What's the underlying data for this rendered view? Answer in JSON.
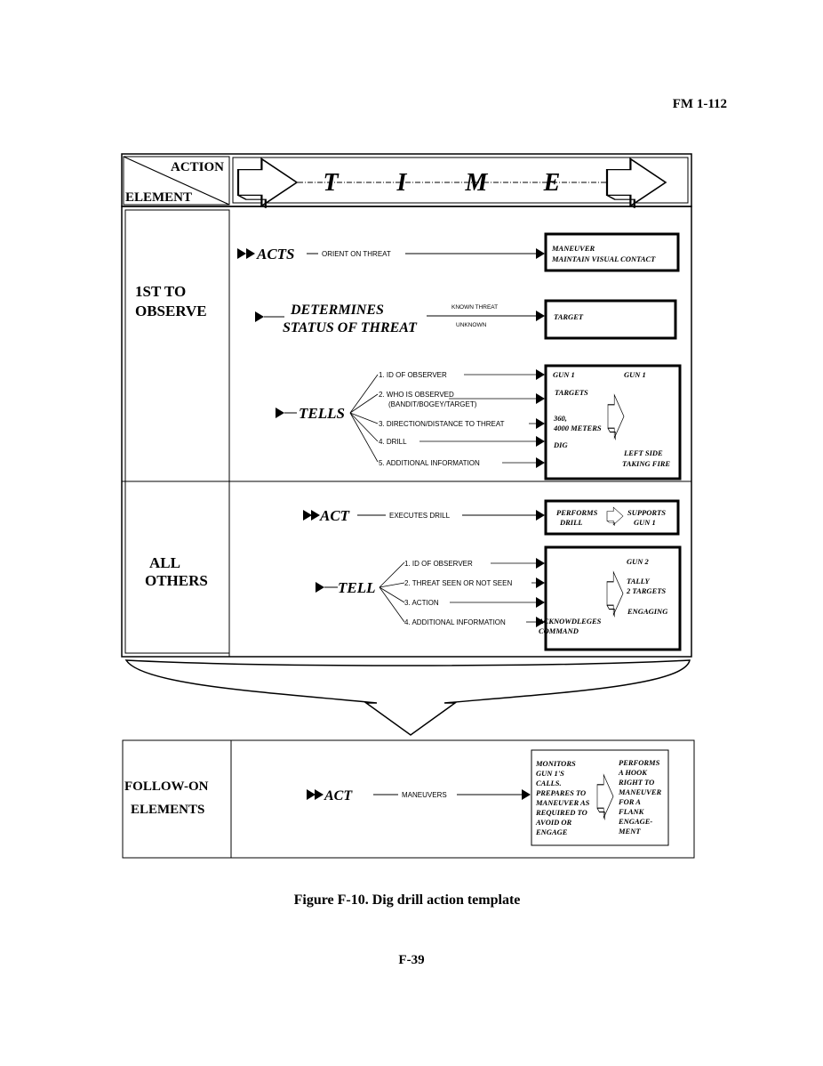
{
  "header": {
    "doc_id": "FM 1-112"
  },
  "table_header": {
    "action": "ACTION",
    "element": "ELEMENT",
    "time_letters": [
      "T",
      "I",
      "M",
      "E"
    ]
  },
  "first_to_observe": {
    "label_lines": [
      "1ST TO",
      "OBSERVE"
    ],
    "acts": {
      "verb": "ACTS",
      "action": "ORIENT ON THREAT",
      "result": [
        "MANEUVER",
        "MAINTAIN VISUAL CONTACT"
      ]
    },
    "determines": {
      "verb_lines": [
        "DETERMINES",
        "STATUS OF THREAT"
      ],
      "known": "KNOWN THREAT",
      "unknown": "UNKNOWN",
      "result": "TARGET"
    },
    "tells": {
      "verb": "TELLS",
      "items": [
        "1. ID OF OBSERVER",
        "2. WHO IS OBSERVED",
        "(BANDIT/BOGEY/TARGET)",
        "3. DIRECTION/DISTANCE TO THREAT",
        "4. DRILL",
        "5. ADDITIONAL INFORMATION"
      ],
      "result_left": [
        "GUN 1",
        "TARGETS",
        "360,",
        "4000 METERS",
        "DIG"
      ],
      "result_right": [
        "GUN 1",
        "LEFT SIDE",
        "TAKING FIRE"
      ]
    }
  },
  "all_others": {
    "label_lines": [
      "ALL",
      "OTHERS"
    ],
    "act": {
      "verb": "ACT",
      "action": "EXECUTES DRILL",
      "result_left": [
        "PERFORMS",
        "DRILL"
      ],
      "result_right": [
        "SUPPORTS",
        "GUN 1"
      ]
    },
    "tell": {
      "verb": "TELL",
      "items": [
        "1. ID OF OBSERVER",
        "2. THREAT SEEN OR NOT SEEN",
        "3. ACTION",
        "4. ADDITIONAL INFORMATION"
      ],
      "result_left": [
        "ACKNOWDLEGES",
        "COMMAND"
      ],
      "result_right": [
        "GUN 2",
        "TALLY",
        "2 TARGETS",
        "ENGAGING"
      ]
    }
  },
  "follow_on": {
    "label_lines": [
      "FOLLOW-ON",
      "ELEMENTS"
    ],
    "act": {
      "verb": "ACT",
      "action": "MANEUVERS"
    },
    "result_left": [
      "MONITORS",
      "GUN 1'S",
      "CALLS.",
      "PREPARES TO",
      "MANEUVER AS",
      "REQUIRED TO",
      "AVOID OR",
      "ENGAGE"
    ],
    "result_right": [
      "PERFORMS",
      "A HOOK",
      "RIGHT TO",
      "MANEUVER",
      "FOR A",
      "FLANK",
      "ENGAGE-",
      "MENT"
    ]
  },
  "caption": "Figure F-10.  Dig drill action template",
  "page_number": "F-39"
}
